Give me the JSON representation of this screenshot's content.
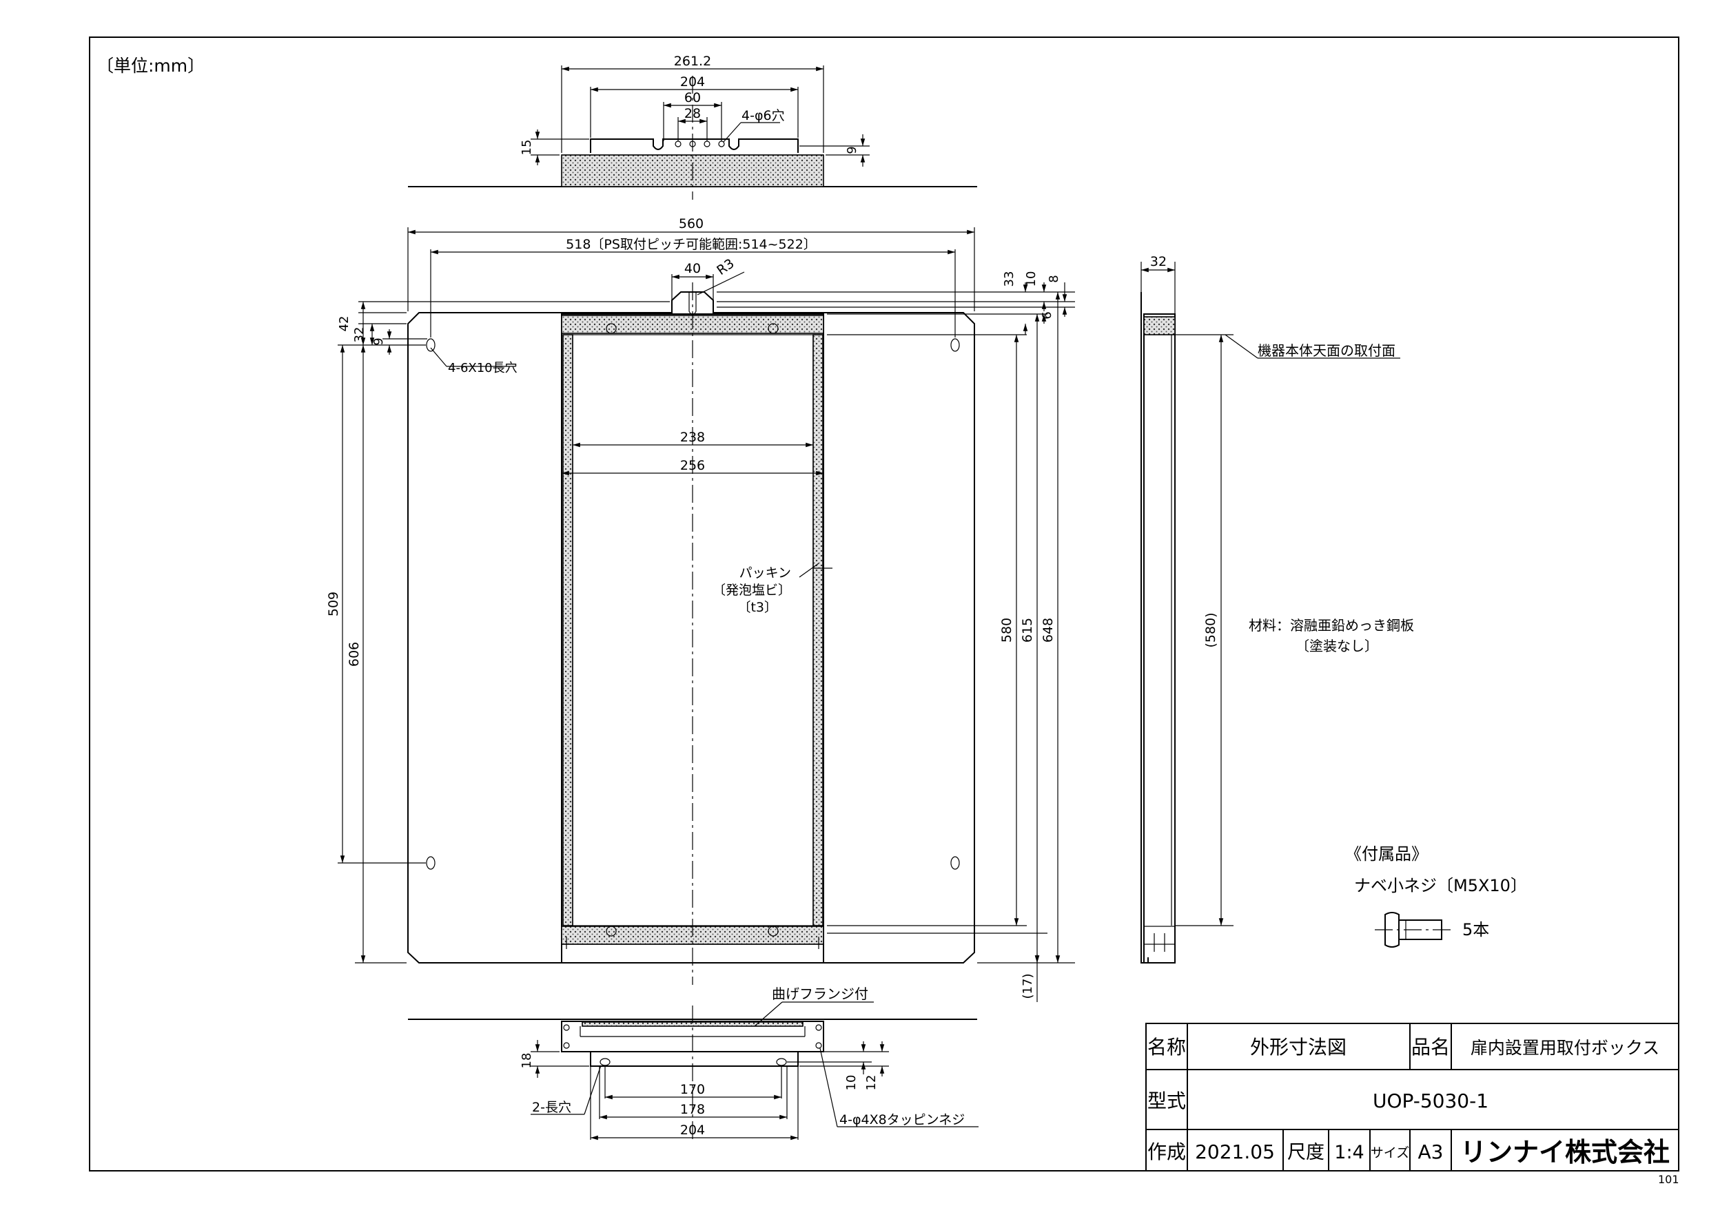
{
  "unit_note": "〔単位:mm〕",
  "top_view": {
    "dims": [
      "261.2",
      "204",
      "60",
      "28",
      "15",
      "9"
    ],
    "hole_note": "4-φ6穴"
  },
  "front_view": {
    "width_total": "560",
    "pitch_note": "518〔PS取付ピッチ可能範囲:514~522〕",
    "notch_width": "40",
    "notch_radius": "R3",
    "inner_width": "238",
    "outer_width": "256",
    "left_dims": [
      "42",
      "32",
      "9",
      "509",
      "606"
    ],
    "right_dims": [
      "33",
      "10",
      "8",
      "6",
      "580",
      "615",
      "648",
      "(17)"
    ],
    "slot_note": "4-6X10長穴",
    "packing_note": [
      "パッキン",
      "〔発泡塩ビ〕",
      "〔t3〕"
    ]
  },
  "side_view": {
    "depth": "32",
    "dim_580": "(580)",
    "mount_note": "機器本体天面の取付面"
  },
  "material_note": [
    "材料：溶融亜鉛めっき鋼板",
    "〔塗装なし〕"
  ],
  "accessory": {
    "title": "《付属品》",
    "item": "ナベ小ネジ〔M5X10〕",
    "qty": "5本"
  },
  "bottom_view": {
    "flange_note": "曲げフランジ付",
    "dims": [
      "18",
      "170",
      "178",
      "204",
      "10",
      "12"
    ],
    "slot_note": "2-長穴",
    "screw_note": "4-φ4X8タッピンネジ"
  },
  "title_block": {
    "name_label": "名称",
    "name_value": "外形寸法図",
    "product_label": "品名",
    "product_value": "扉内設置用取付ボックス",
    "model_label": "型式",
    "model_value": "UOP-5030-1",
    "made_label": "作成",
    "made_value": "2021.05",
    "scale_label": "尺度",
    "scale_value": "1:4",
    "size_label": "サイズ",
    "size_value": "A3",
    "company": "リンナイ株式会社"
  },
  "sheet_code": "101"
}
